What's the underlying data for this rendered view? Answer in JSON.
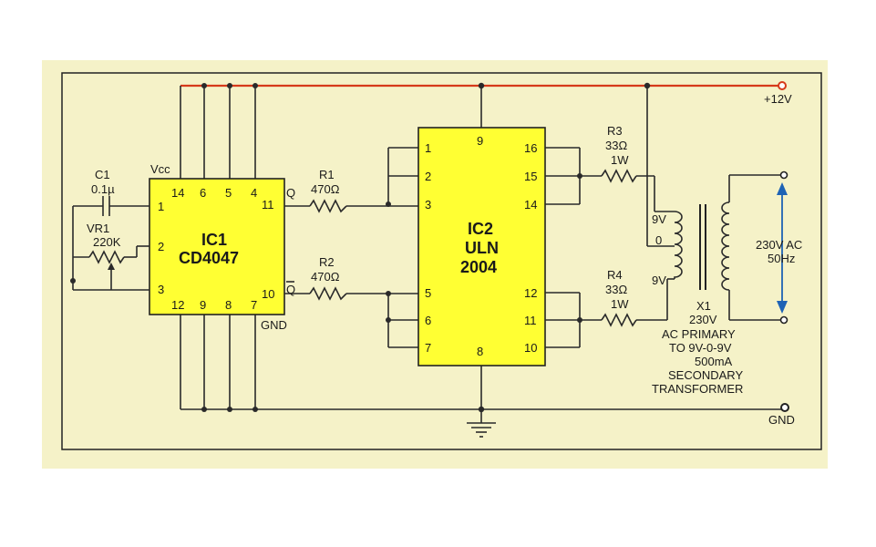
{
  "colors": {
    "panel": "#f5f2c8",
    "chip": "#ffff33",
    "supply": "#d63a1a",
    "wire": "#2a2a2a",
    "border": "#222222"
  },
  "ic1": {
    "name": "IC1",
    "part": "CD4047",
    "top_pins": [
      "14",
      "6",
      "5",
      "4"
    ],
    "bottom_pins": [
      "12",
      "9",
      "8",
      "7"
    ],
    "left_pins": [
      "1",
      "2",
      "3"
    ],
    "right_pins": [
      "11",
      "10"
    ]
  },
  "ic2": {
    "name": "IC2",
    "part_line1": "ULN",
    "part_line2": "2004",
    "left_pins": [
      "1",
      "2",
      "3",
      "5",
      "6",
      "7"
    ],
    "right_pins": [
      "16",
      "15",
      "14",
      "12",
      "11",
      "10"
    ],
    "top_pin": "9",
    "bottom_pin": "8"
  },
  "c1": {
    "ref": "C1",
    "value": "0.1µ"
  },
  "vr1": {
    "ref": "VR1",
    "value": "220K"
  },
  "r1": {
    "ref": "R1",
    "value": "470Ω"
  },
  "r2": {
    "ref": "R2",
    "value": "470Ω"
  },
  "r3": {
    "ref": "R3",
    "value": "33Ω",
    "power": "1W"
  },
  "r4": {
    "ref": "R4",
    "value": "33Ω",
    "power": "1W"
  },
  "vcc": "Vcc",
  "gnd_ic1": "GND",
  "q_label": "Q",
  "qbar_label": "Q",
  "supply_label": "+12V",
  "gnd_label": "GND",
  "tap_top": "9V",
  "tap_center": "0",
  "tap_bottom": "9V",
  "output": {
    "line1": "230V AC",
    "line2": "50Hz"
  },
  "x1": {
    "ref": "X1",
    "primary": "230V"
  },
  "transformer_note": [
    "AC PRIMARY",
    "TO 9V-0-9V",
    "500mA",
    "SECONDARY",
    "TRANSFORMER"
  ]
}
